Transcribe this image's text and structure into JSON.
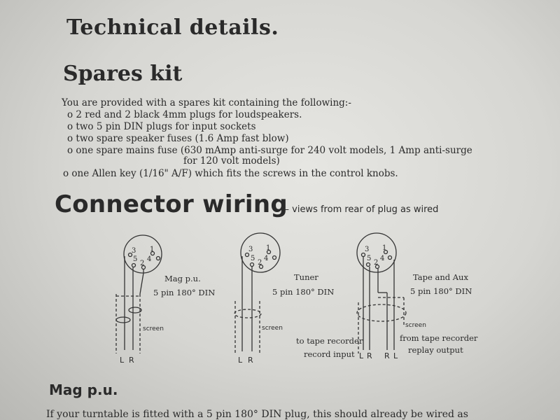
{
  "headings": {
    "technical": "Technical details.",
    "spares": "Spares kit",
    "connector": "Connector wiring",
    "connector_sub": "— views from rear of plug as wired",
    "mag": "Mag p.u."
  },
  "spares": {
    "intro": "You are provided with a spares kit containing the following:-",
    "items": [
      "o 2 red and 2 black 4mm plugs for loudspeakers.",
      "o two 5 pin DIN plugs for input sockets",
      "o two spare speaker fuses (1.6 Amp fast blow)",
      "o one spare mains fuse (630 mAmp anti-surge for 240 volt models, 1 Amp anti-surge",
      "for 120 volt models)",
      "o one Allen key (1/16\" A/F) which fits the screws in the control knobs."
    ]
  },
  "diagrams": {
    "pins": [
      "3",
      "1",
      "5",
      "4",
      "2"
    ],
    "screen": "screen",
    "mag": {
      "name": "Mag p.u.",
      "type": "5 pin 180° DIN",
      "left": "L",
      "right": "R"
    },
    "tuner": {
      "name": "Tuner",
      "type": "5 pin 180° DIN",
      "left": "L",
      "right": "R"
    },
    "tape": {
      "name": "Tape and Aux",
      "type": "5 pin 180° DIN",
      "to_line1": "to tape recorder",
      "to_line2": "record input",
      "from_line1": "from tape recorder",
      "from_line2": "replay output",
      "labels": [
        "L",
        "R",
        "R",
        "L"
      ]
    }
  },
  "bottom_text": "If your turntable is fitted with a 5 pin 180° DIN plug, this should already be wired as"
}
